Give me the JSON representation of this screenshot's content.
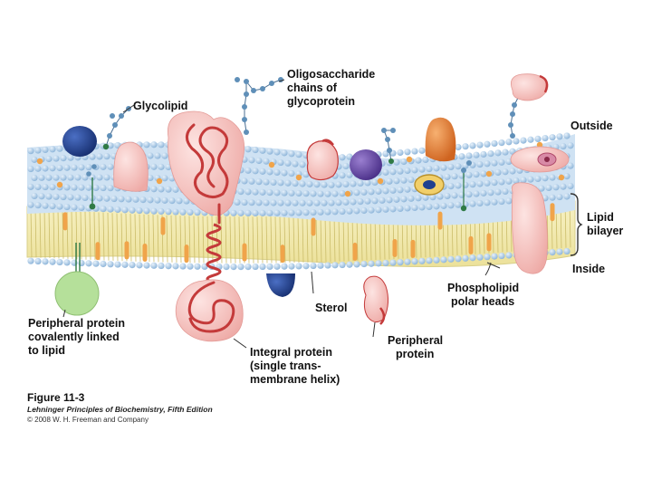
{
  "labels": {
    "glycolipid": "Glycolipid",
    "oligo_1": "Oligosaccharide",
    "oligo_2": "chains of",
    "oligo_3": "glycoprotein",
    "outside": "Outside",
    "lipid_bilayer_1": "Lipid",
    "lipid_bilayer_2": "bilayer",
    "inside": "Inside",
    "phospholipid_1": "Phospholipid",
    "phospholipid_2": "polar heads",
    "sterol": "Sterol",
    "peripheral_covalent_1": "Peripheral protein",
    "peripheral_covalent_2": "covalently linked",
    "peripheral_covalent_3": "to lipid",
    "integral_1": "Integral protein",
    "integral_2": "(single trans-",
    "integral_3": "membrane helix)",
    "peripheral_1": "Peripheral",
    "peripheral_2": "protein"
  },
  "caption": {
    "figure": "Figure 11-3",
    "book": "Lehninger Principles of Biochemistry, Fifth Edition",
    "copyright": "© 2008 W. H. Freeman and Company"
  },
  "colors": {
    "head_blue": "#a9cbe9",
    "tail_yellow": "#f3ecb0",
    "protein_pink": "#f4c4c0",
    "protein_outline": "#c43a3a",
    "protein_navy": "#1f3f8f",
    "protein_purple": "#6a4aa8",
    "protein_orange": "#e9823a",
    "protein_green": "#b5e09a",
    "sterol_orange": "#f0a44a",
    "sugar_blue": "#5f8fb8"
  }
}
